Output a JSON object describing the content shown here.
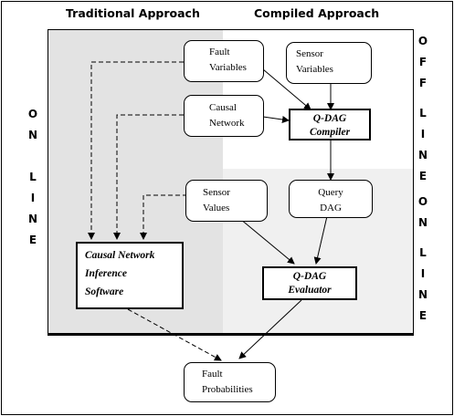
{
  "headers": {
    "traditional": "Traditional Approach",
    "compiled": "Compiled Approach"
  },
  "side_labels": {
    "online_left": [
      "O",
      "N",
      "",
      "L",
      "I",
      "N",
      "E"
    ],
    "offline_right": [
      "O",
      "F",
      "F",
      "",
      "L",
      "I",
      "N",
      "E"
    ],
    "online_right": [
      "O",
      "N",
      "",
      "L",
      "I",
      "N",
      "E"
    ]
  },
  "nodes": {
    "fault_variables": [
      "Fault",
      "Variables"
    ],
    "sensor_variables": [
      "Sensor",
      "Variables"
    ],
    "causal_network": [
      "Causal",
      "Network"
    ],
    "qdag_compiler": [
      "Q-DAG",
      "Compiler"
    ],
    "sensor_values": [
      "Sensor",
      "Values"
    ],
    "query_dag": [
      "Query",
      "DAG"
    ],
    "causal_network_inference": [
      "Causal Network",
      "Inference",
      "Software"
    ],
    "qdag_evaluator": [
      "Q-DAG",
      "Evaluator"
    ],
    "fault_probabilities": [
      "Fault",
      "Probabilities"
    ]
  },
  "colors": {
    "traditional_region": "#e3e3e3",
    "offline_region": "#ffffff",
    "online_region": "#f0f0f0",
    "lines": "#000000"
  }
}
